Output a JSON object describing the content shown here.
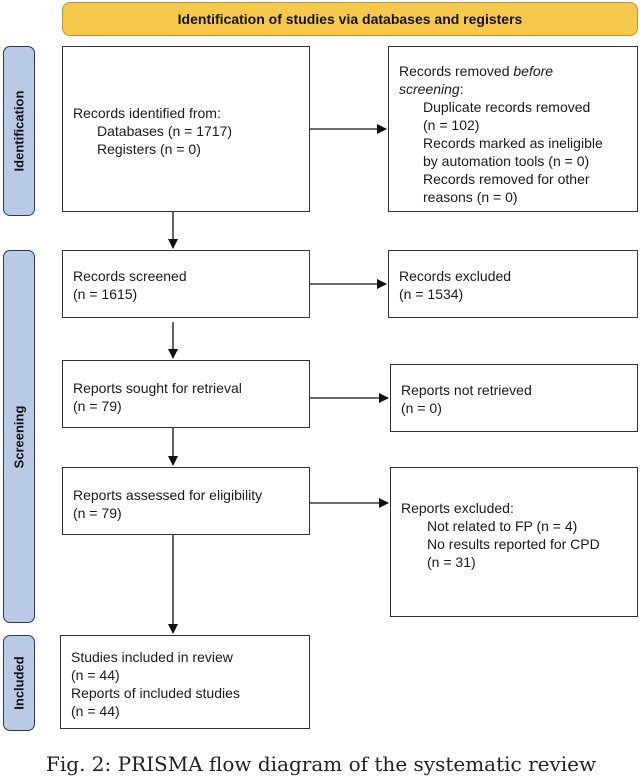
{
  "header": {
    "title": "Identification of studies via databases and registers"
  },
  "phases": {
    "identification": "Identification",
    "screening": "Screening",
    "included": "Included"
  },
  "identification": {
    "records_identified": {
      "title": "Records identified from:",
      "databases": "Databases (n = 1717)",
      "registers": "Registers (n = 0)"
    },
    "records_removed": {
      "title_prefix": "Records removed ",
      "title_em": "before",
      "title_em2": "screening",
      "title_suffix": ":",
      "duplicates": "Duplicate records removed",
      "duplicates_n": "(n = 102)",
      "ineligible_1": "Records marked as ineligible",
      "ineligible_2": "by automation tools (n = 0)",
      "other_1": "Records removed for other",
      "other_2": "reasons (n = 0)"
    }
  },
  "screening": {
    "records_screened": {
      "title": "Records screened",
      "n": "(n = 1615)"
    },
    "records_excluded": {
      "title": "Records excluded",
      "n": "(n = 1534)"
    },
    "reports_sought": {
      "title": "Reports sought for retrieval",
      "n": "(n = 79)"
    },
    "reports_not_retrieved": {
      "title": "Reports not retrieved",
      "n": "(n = 0)"
    },
    "reports_assessed": {
      "title": "Reports assessed for eligibility",
      "n": "(n = 79)"
    },
    "reports_excluded": {
      "title": "Reports excluded:",
      "reason_1": "Not related to FP (n = 4)",
      "reason_2": "No results reported for CPD",
      "reason_2_n": "(n = 31)"
    }
  },
  "included": {
    "studies": "Studies included in review",
    "studies_n": "(n = 44)",
    "reports": "Reports of included studies",
    "reports_n": "(n = 44)"
  },
  "caption": "Fig. 2: PRISMA flow diagram of the systematic review",
  "colors": {
    "header_fill": "#f6c94d",
    "side_fill": "#b9cae6",
    "side_border": "#223a66"
  }
}
